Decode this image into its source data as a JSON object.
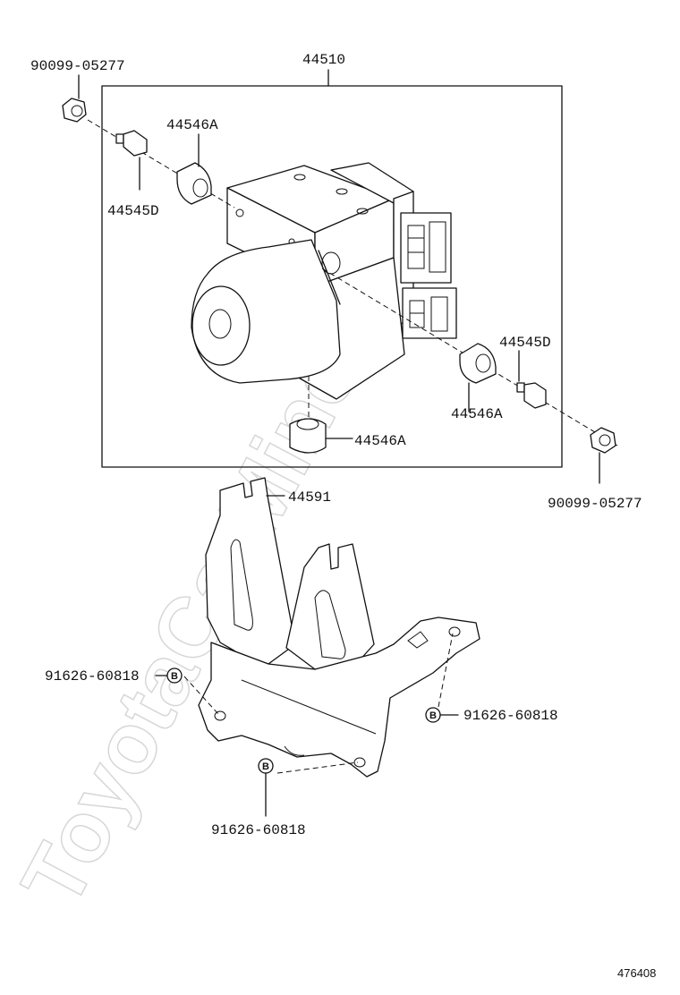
{
  "watermark": "ToyotaCarMine.ru",
  "diagram_code": "476408",
  "labels": {
    "assy": "44510",
    "bolt_top_left": "90099-05277",
    "cushion_top": "44546A",
    "bracket_stud_left": "44545D",
    "bracket_stud_right": "44545D",
    "cushion_right": "44546A",
    "cushion_bottom": "44546A",
    "bolt_bottom_right": "90099-05277",
    "bracket": "44591",
    "bolt_left": "91626-60818",
    "bolt_right": "91626-60818",
    "bolt_bottom": "91626-60818"
  },
  "bolt_marker": "B"
}
